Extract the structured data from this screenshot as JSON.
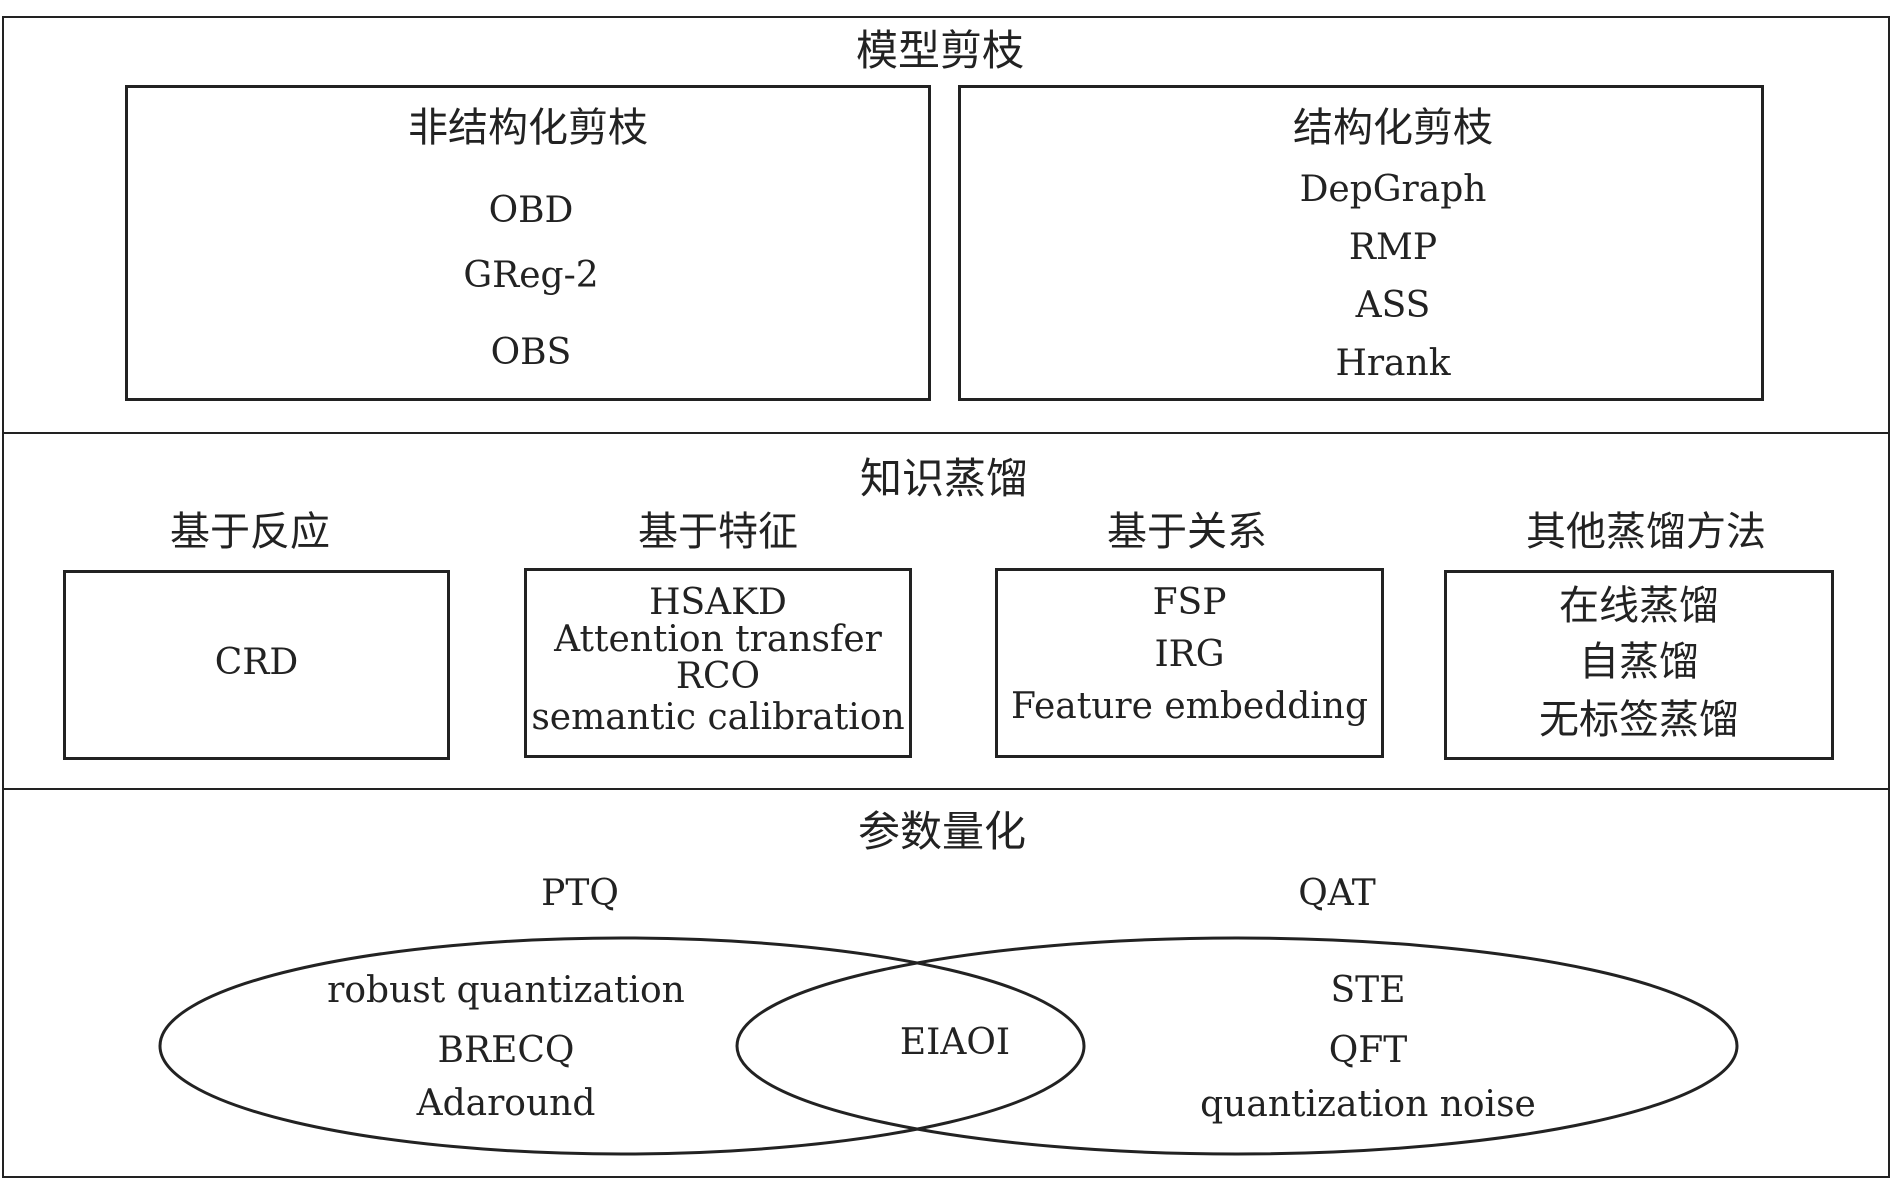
{
  "pruning": {
    "title": "模型剪枝",
    "unstructured": {
      "title": "非结构化剪枝",
      "items": [
        "OBD",
        "GReg-2",
        "OBS"
      ]
    },
    "structured": {
      "title": "结构化剪枝",
      "items": [
        "DepGraph",
        "RMP",
        "ASS",
        "Hrank"
      ]
    }
  },
  "distillation": {
    "title": "知识蒸馏",
    "groups": [
      {
        "title": "基于反应",
        "items": [
          "CRD"
        ]
      },
      {
        "title": "基于特征",
        "items": [
          "HSAKD",
          "Attention transfer",
          "RCO",
          "semantic calibration"
        ]
      },
      {
        "title": "基于关系",
        "items": [
          "FSP",
          "IRG",
          "Feature embedding"
        ]
      },
      {
        "title": "其他蒸馏方法",
        "items": [
          "在线蒸馏",
          "自蒸馏",
          "无标签蒸馏"
        ]
      }
    ]
  },
  "quantization": {
    "title": "参数量化",
    "ptq": {
      "title": "PTQ",
      "items": [
        "robust quantization",
        "BRECQ",
        "Adaround"
      ]
    },
    "overlap": {
      "items": [
        "EIAOI"
      ]
    },
    "qat": {
      "title": "QAT",
      "items": [
        "STE",
        "QFT",
        "quantization noise"
      ]
    }
  }
}
